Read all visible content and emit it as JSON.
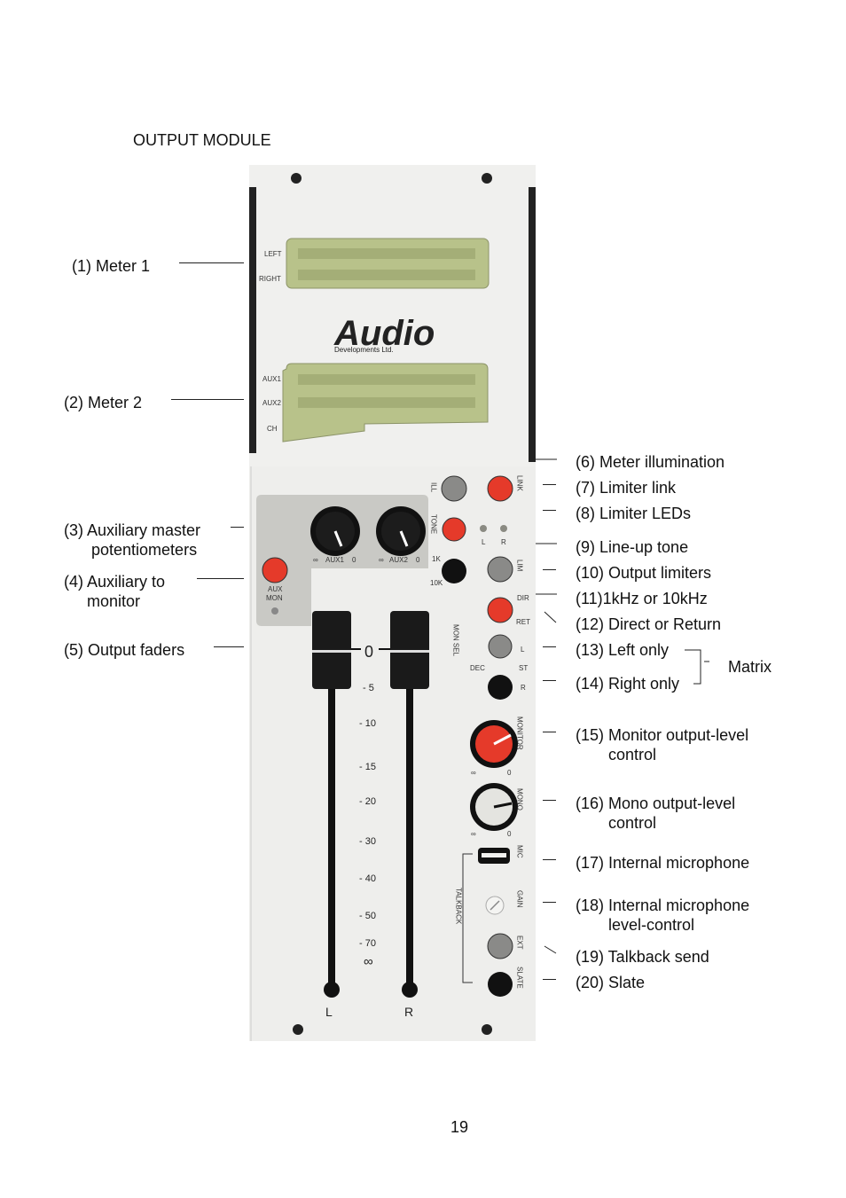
{
  "page_title": "OUTPUT MODULE",
  "page_number": "19",
  "callouts": {
    "c1": "(1) Meter 1",
    "c2": "(2) Meter 2",
    "c3a": "(3) Auxiliary master",
    "c3b": "potentiometers",
    "c4a": "(4) Auxiliary to",
    "c4b": "monitor",
    "c5": "(5) Output faders",
    "c6": "(6) Meter illumination",
    "c7": "(7)  Limiter link",
    "c8": "(8)  Limiter LEDs",
    "c9": "(9)  Line-up tone",
    "c10": "(10) Output limiters",
    "c11": "(11)1kHz or 10kHz",
    "c12": "(12) Direct or Return",
    "c13": "(13) Left only",
    "c14": "(14) Right only",
    "matrix": "Matrix",
    "c15a": "(15) Monitor output-level",
    "c15b": "control",
    "c16a": "(16) Mono output-level",
    "c16b": "control",
    "c17": "(17) Internal microphone",
    "c18a": "(18) Internal microphone",
    "c18b": "level-control",
    "c19": "(19) Talkback send",
    "c20": "(20) Slate"
  },
  "panel": {
    "meter1_left": "LEFT",
    "meter1_right": "RIGHT",
    "brand": "Audio",
    "brand_sub": "Developments Ltd.",
    "meter2_aux1": "AUX1",
    "meter2_aux2": "AUX2",
    "meter2_ch": "CH",
    "aux1_label": "AUX1",
    "aux2_label": "AUX2",
    "inf": "∞",
    "zero": "0",
    "aux_mon": "AUX",
    "aux_mon2": "MON",
    "ill": "ILL",
    "link": "LINK",
    "tone": "TONE",
    "k1": "1K",
    "k10": "10K",
    "lim": "LIM",
    "led_l": "L",
    "led_r": "R",
    "dir": "DIR",
    "ret": "RET",
    "mon_sel": "MON SEL",
    "sel_l": "L",
    "dec": "DEC",
    "st": "ST",
    "sel_r": "R",
    "monitor": "MONITOR",
    "mono": "MONO",
    "mic": "MIC",
    "talkback": "TALKBACK",
    "gain": "GAIN",
    "ext": "EXT",
    "slate": "SLATE",
    "fader_l": "L",
    "fader_r": "R",
    "scale": [
      "0",
      "- 5",
      "- 10",
      "- 15",
      "- 20",
      "- 30",
      "- 40",
      "- 50",
      "- 70",
      "∞"
    ]
  }
}
